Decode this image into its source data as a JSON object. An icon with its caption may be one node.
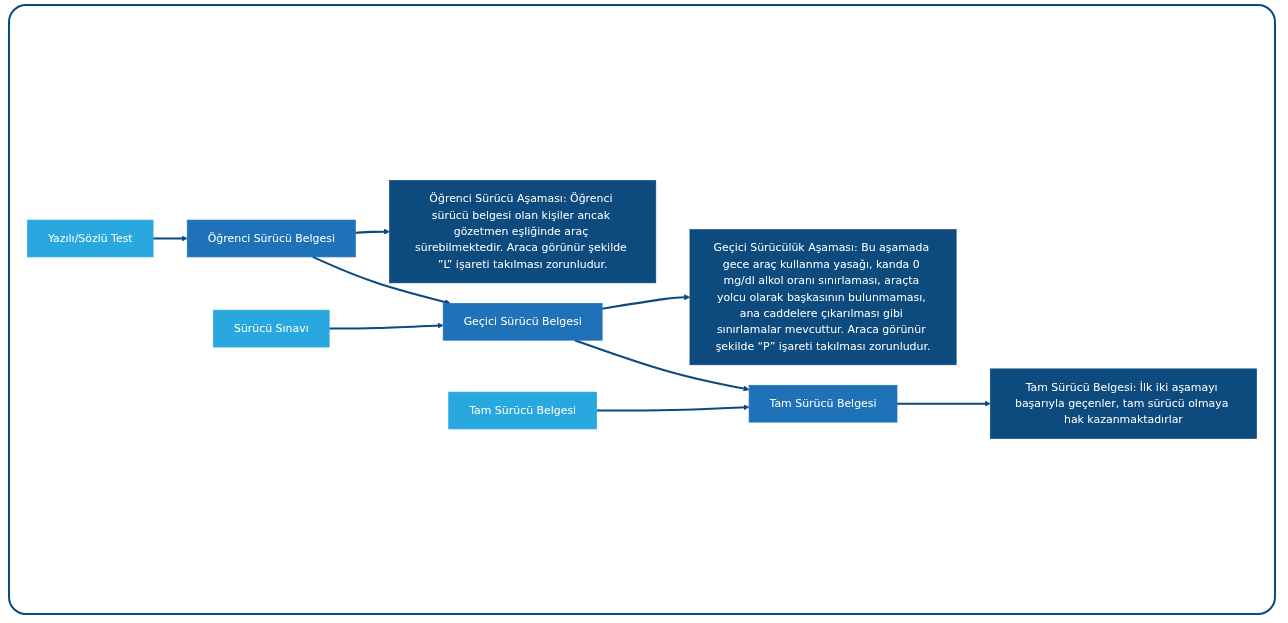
{
  "diagram": {
    "nodes": [
      {
        "text": [
          "Yazılı/Sözlü Test"
        ]
      },
      {
        "text": [
          "Öğrenci Sürücü Belgesi"
        ]
      },
      {
        "text": [
          "Öğrenci Sürücü Aşaması: Öğrenci sürücü belgesi olan kişiler ancak gözetmen eşliğinde araç sürebilmektedir. Araca görünür şekilde ”L” işareti takılması zorunludur."
        ]
      },
      {
        "text": [
          "Sürücü Sınavı"
        ]
      },
      {
        "text": [
          "Geçici Sürücü Belgesi"
        ]
      },
      {
        "text": [
          "Geçici Sürücülük Aşaması: Bu aşamada gece araç kullanma yasağı, kanda 0 mg/dl alkol oranı sınırlaması, araçta yolcu olarak başkasının bulunmaması, ana caddelere çıkarılması gibi sınırlamalar mevcuttur. Araca görünür şekilde “P” işareti takılması zorunludur."
        ]
      },
      {
        "text": [
          "Tam Sürücü Belgesi"
        ]
      },
      {
        "text": [
          "Tam Sürücü Belgesi"
        ]
      },
      {
        "text": [
          "Tam Sürücü Belgesi: İlk iki aşamayı başarıyla geçenler, tam sürücü olmaya hak kazanmaktadırlar"
        ]
      }
    ],
    "edges": [
      {
        "from": 0,
        "to": 1,
        "arrow": "to"
      },
      {
        "from": 1,
        "to": 2,
        "arrow": "to"
      },
      {
        "from": 1,
        "to": 4,
        "arrow": "to"
      },
      {
        "from": 3,
        "to": 4,
        "arrow": "to"
      },
      {
        "from": 4,
        "to": 5,
        "arrow": "to"
      },
      {
        "from": 4,
        "to": 7,
        "arrow": "to"
      },
      {
        "from": 6,
        "to": 7,
        "arrow": "to"
      },
      {
        "from": 7,
        "to": 8,
        "arrow": "to"
      }
    ]
  }
}
